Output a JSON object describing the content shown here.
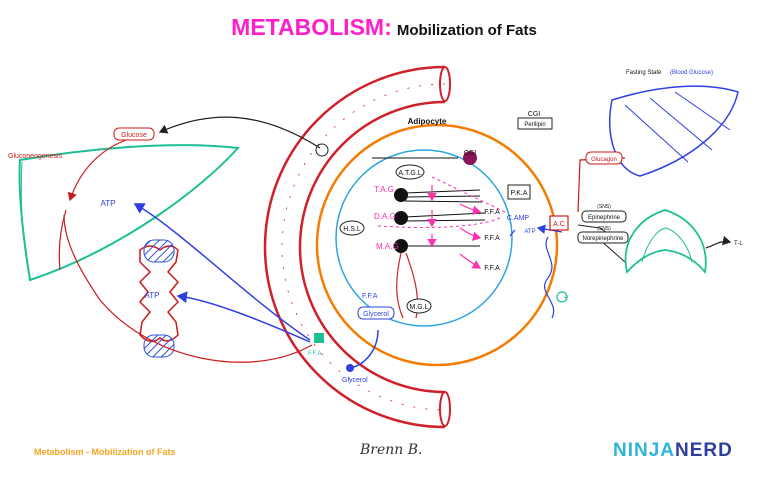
{
  "title": {
    "main": "METABOLISM:",
    "sub": "Mobilization of Fats"
  },
  "labels": {
    "glucose": "Glucose",
    "gluconeogenesis": "Gluconeogenesis",
    "atp_liver": "ATP",
    "atp_muscle": "ATP",
    "adipocyte": "Adipocyte",
    "tag": "T.A.G",
    "dag": "D.A.G",
    "mag": "M.A.G",
    "atgl": "A.T.G.L",
    "hsl": "H.S.L",
    "mgl": "M.G.L",
    "ffa1": "F.F.A",
    "ffa2": "F.F.A",
    "ffa3": "F.F.A",
    "ffa4": "F.F.A",
    "ffa_out": "F.F.A",
    "glycerol_in": "Glycerol",
    "glycerol_out": "Glycerol",
    "cgi": "CGI",
    "cgi_top": "CGI",
    "perilipin": "Perilipin",
    "pka": "P.K.A",
    "camp": "C.AMP",
    "atp_ac": "ATP",
    "ac": "A.C",
    "fasting_state": "Fasting State",
    "blood_glucose": "(Blood Glucose)",
    "glucagon": "Glucagon",
    "epinephrine": "Epinephrine",
    "norepinephrine": "Norepinephrine",
    "sns": "(SNS)",
    "tl": "T-L",
    "plus": "+"
  },
  "footer": {
    "left": "Metabolism - Mobilization of Fats",
    "signature": "Brenn B.",
    "logo_a": "NINJA",
    "logo_b": "NERD"
  },
  "colors": {
    "title": "#ff1fc8",
    "vessel": "#d0202a",
    "adipocyte_membrane": "#f57c00",
    "droplet": "#2aa5df",
    "liver": "#1fbf95",
    "pathway_blue": "#3040e0",
    "pathway_red": "#cc1a1a",
    "pink": "#ff2fb0"
  }
}
